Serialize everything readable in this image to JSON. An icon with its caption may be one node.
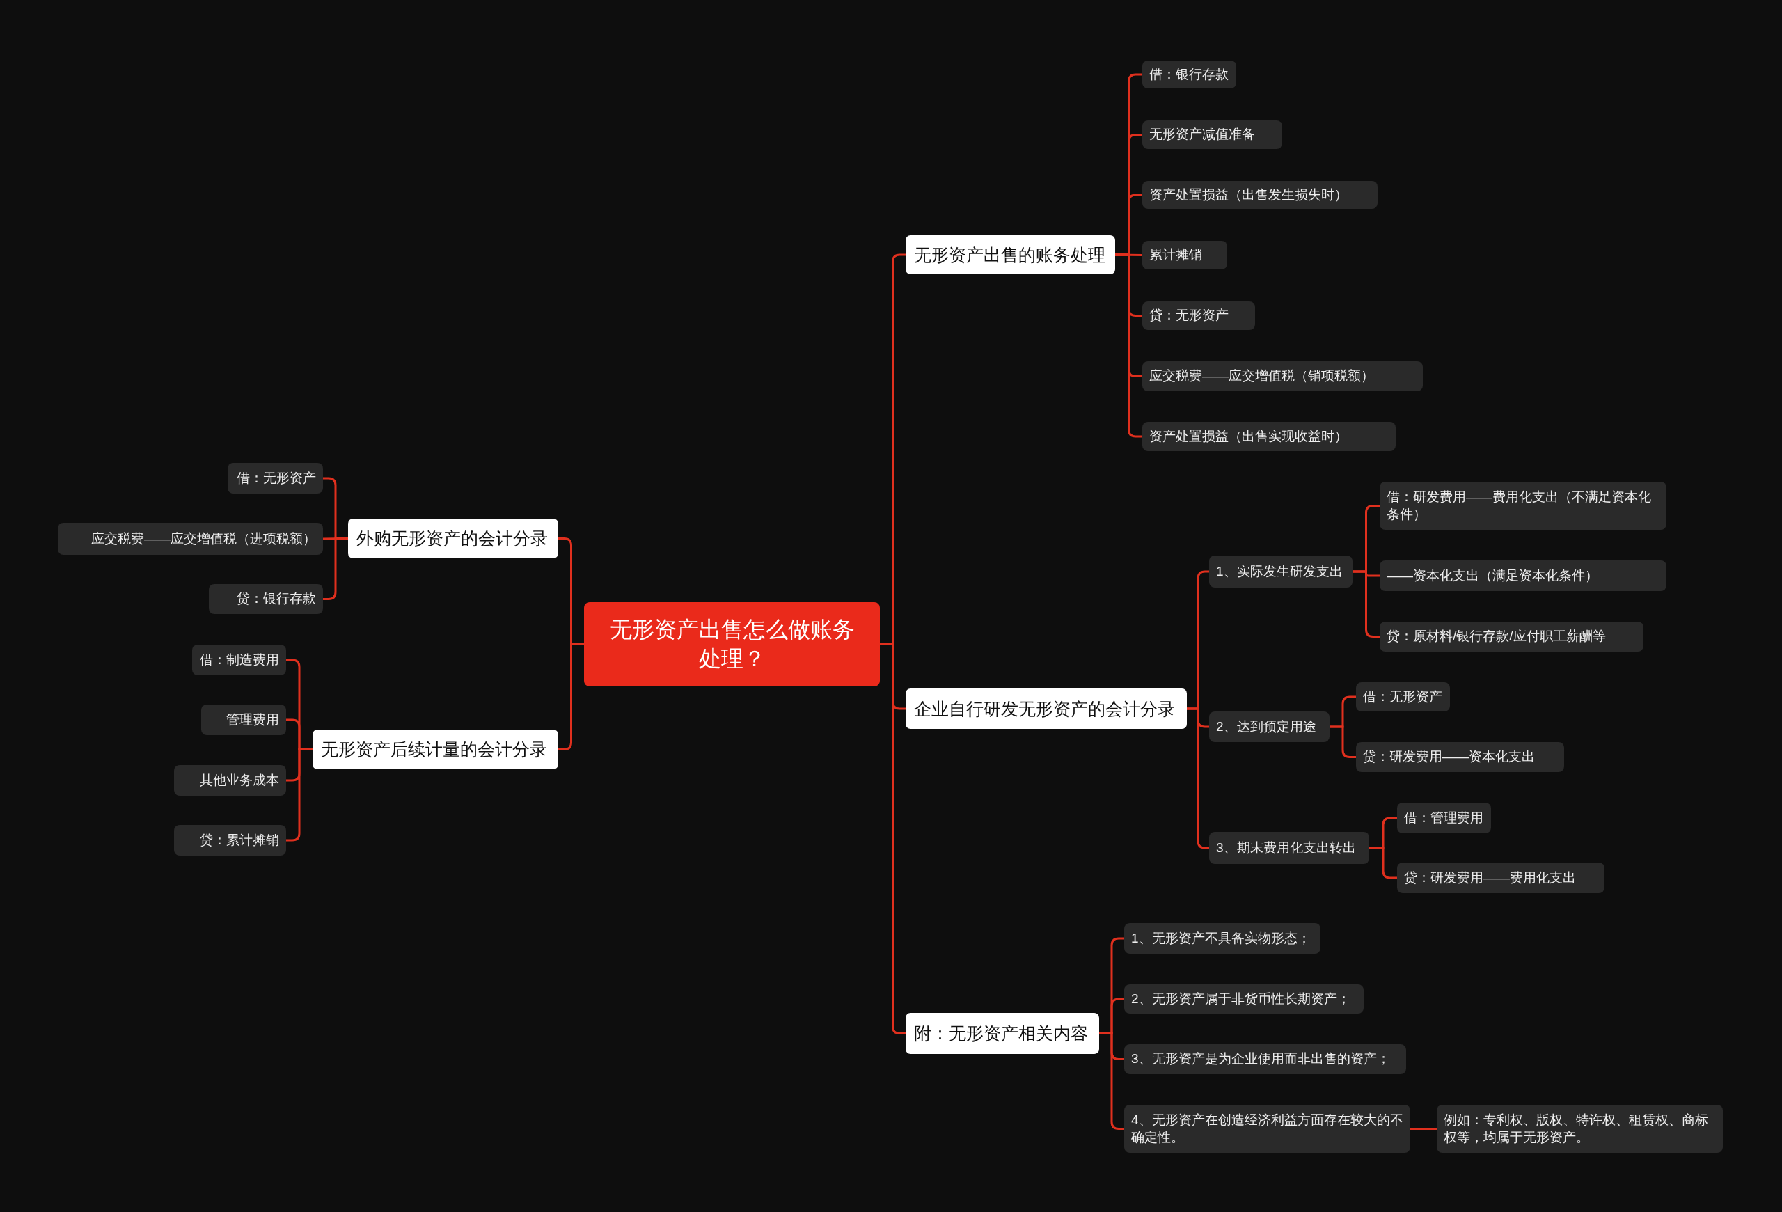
{
  "diagram": {
    "nodes": [
      {
        "text": [
          "无形资产出售怎么做账务处理？"
        ]
      },
      {
        "text": [
          "无形资产出售的账务处理"
        ]
      },
      {
        "text": [
          "借：银行存款"
        ]
      },
      {
        "text": [
          "无形资产减值准备"
        ]
      },
      {
        "text": [
          "资产处置损益（出售发生损失时）"
        ]
      },
      {
        "text": [
          "累计摊销"
        ]
      },
      {
        "text": [
          "贷：无形资产"
        ]
      },
      {
        "text": [
          "应交税费——应交增值税（销项税额）"
        ]
      },
      {
        "text": [
          "资产处置损益（出售实现收益时）"
        ]
      },
      {
        "text": [
          "企业自行研发无形资产的会计分录"
        ]
      },
      {
        "text": [
          "1、实际发生研发支出"
        ]
      },
      {
        "text": [
          "借：研发费用——费用化支出（不满足资本化条件）"
        ]
      },
      {
        "text": [
          "——资本化支出（满足资本化条件）"
        ]
      },
      {
        "text": [
          "贷：原材料/银行存款/应付职工薪酬等"
        ]
      },
      {
        "text": [
          "2、达到预定用途"
        ]
      },
      {
        "text": [
          "借：无形资产"
        ]
      },
      {
        "text": [
          "贷：研发费用——资本化支出"
        ]
      },
      {
        "text": [
          "3、期末费用化支出转出"
        ]
      },
      {
        "text": [
          "借：管理费用"
        ]
      },
      {
        "text": [
          "贷：研发费用——费用化支出"
        ]
      },
      {
        "text": [
          "附：无形资产相关内容"
        ]
      },
      {
        "text": [
          "1、无形资产不具备实物形态；"
        ]
      },
      {
        "text": [
          "2、无形资产属于非货币性长期资产；"
        ]
      },
      {
        "text": [
          "3、无形资产是为企业使用而非出售的资产；"
        ]
      },
      {
        "text": [
          "4、无形资产在创造经济利益方面存在较大的不确定性。"
        ]
      },
      {
        "text": [
          "例如：专利权、版权、特许权、租赁权、商标权等，均属于无形资产。"
        ]
      },
      {
        "text": [
          "外购无形资产的会计分录"
        ]
      },
      {
        "text": [
          "借：无形资产"
        ]
      },
      {
        "text": [
          "应交税费——应交增值税（进项税额）"
        ]
      },
      {
        "text": [
          "贷：银行存款"
        ]
      },
      {
        "text": [
          "无形资产后续计量的会计分录"
        ]
      },
      {
        "text": [
          "借：制造费用"
        ]
      },
      {
        "text": [
          "管理费用"
        ]
      },
      {
        "text": [
          "其他业务成本"
        ]
      },
      {
        "text": [
          "贷：累计摊销"
        ]
      }
    ],
    "edges": [
      {
        "from": 0,
        "to": 1,
        "arrow": "none"
      },
      {
        "from": 1,
        "to": 2,
        "arrow": "none"
      },
      {
        "from": 1,
        "to": 3,
        "arrow": "none"
      },
      {
        "from": 1,
        "to": 4,
        "arrow": "none"
      },
      {
        "from": 1,
        "to": 5,
        "arrow": "none"
      },
      {
        "from": 1,
        "to": 6,
        "arrow": "none"
      },
      {
        "from": 1,
        "to": 7,
        "arrow": "none"
      },
      {
        "from": 1,
        "to": 8,
        "arrow": "none"
      },
      {
        "from": 0,
        "to": 9,
        "arrow": "none"
      },
      {
        "from": 9,
        "to": 10,
        "arrow": "none"
      },
      {
        "from": 10,
        "to": 11,
        "arrow": "none"
      },
      {
        "from": 10,
        "to": 12,
        "arrow": "none"
      },
      {
        "from": 10,
        "to": 13,
        "arrow": "none"
      },
      {
        "from": 9,
        "to": 14,
        "arrow": "none"
      },
      {
        "from": 14,
        "to": 15,
        "arrow": "none"
      },
      {
        "from": 14,
        "to": 16,
        "arrow": "none"
      },
      {
        "from": 9,
        "to": 17,
        "arrow": "none"
      },
      {
        "from": 17,
        "to": 18,
        "arrow": "none"
      },
      {
        "from": 17,
        "to": 19,
        "arrow": "none"
      },
      {
        "from": 0,
        "to": 20,
        "arrow": "none"
      },
      {
        "from": 20,
        "to": 21,
        "arrow": "none"
      },
      {
        "from": 20,
        "to": 22,
        "arrow": "none"
      },
      {
        "from": 20,
        "to": 23,
        "arrow": "none"
      },
      {
        "from": 20,
        "to": 24,
        "arrow": "none"
      },
      {
        "from": 24,
        "to": 25,
        "arrow": "none"
      },
      {
        "from": 0,
        "to": 26,
        "arrow": "none"
      },
      {
        "from": 26,
        "to": 27,
        "arrow": "none"
      },
      {
        "from": 26,
        "to": 28,
        "arrow": "none"
      },
      {
        "from": 26,
        "to": 29,
        "arrow": "none"
      },
      {
        "from": 0,
        "to": 30,
        "arrow": "none"
      },
      {
        "from": 30,
        "to": 31,
        "arrow": "none"
      },
      {
        "from": 30,
        "to": 32,
        "arrow": "none"
      },
      {
        "from": 30,
        "to": 33,
        "arrow": "none"
      },
      {
        "from": 30,
        "to": 34,
        "arrow": "none"
      }
    ]
  }
}
